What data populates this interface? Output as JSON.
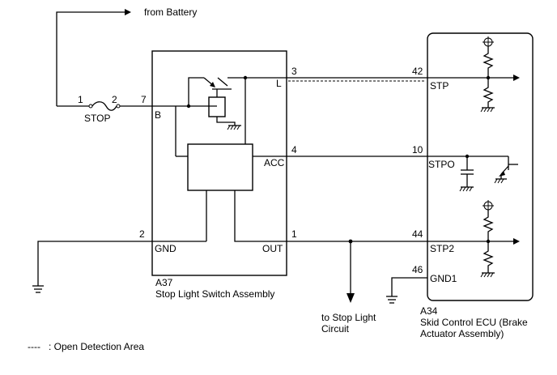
{
  "battery": {
    "label": "from Battery"
  },
  "fuse": {
    "pin1": "1",
    "pin2": "2",
    "name": "STOP"
  },
  "switch": {
    "id": "A37",
    "name": "Stop Light Switch Assembly",
    "pins": {
      "b_num": "7",
      "b": "B",
      "l_num": "3",
      "l": "L",
      "acc_num": "4",
      "acc": "ACC",
      "gnd_num": "2",
      "gnd": "GND",
      "out_num": "1",
      "out": "OUT"
    }
  },
  "ecu": {
    "id": "A34",
    "name_line1": "Skid Control ECU (Brake",
    "name_line2": "Actuator Assembly)",
    "pins": {
      "stp_num": "42",
      "stp": "STP",
      "stpo_num": "10",
      "stpo": "STPO",
      "stp2_num": "44",
      "stp2": "STP2",
      "gnd1_num": "46",
      "gnd1": "GND1"
    }
  },
  "stop_light": {
    "line1": "to Stop Light",
    "line2": "Circuit"
  },
  "legend": {
    "dash": "----",
    "text": ": Open Detection Area"
  }
}
